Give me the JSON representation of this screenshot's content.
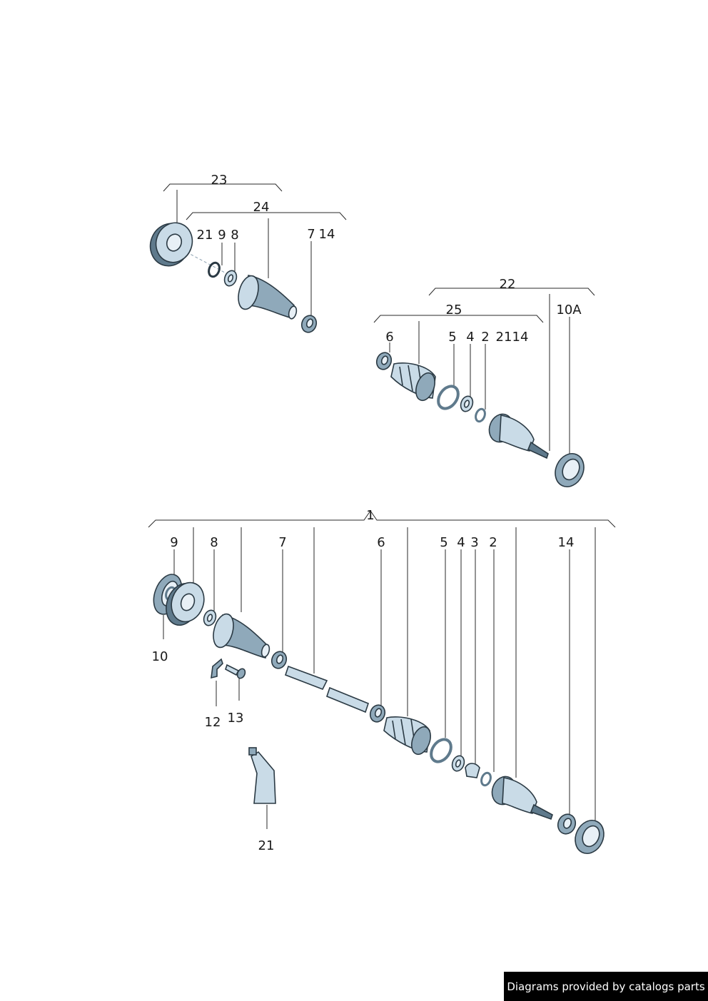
{
  "callouts": {
    "g23": "23",
    "g24": "24",
    "a21": "21",
    "a9": "9",
    "a8": "8",
    "a7": "7",
    "a14": "14",
    "g22": "22",
    "g25": "25",
    "b10a": "10A",
    "b6": "6",
    "b5": "5",
    "b4": "4",
    "b2": "2",
    "b21": "21",
    "b14": "14",
    "g1": "1",
    "c9": "9",
    "c8": "8",
    "c7": "7",
    "c6": "6",
    "c5": "5",
    "c4": "4",
    "c3": "3",
    "c2": "2",
    "c14": "14",
    "c10": "10",
    "c12": "12",
    "c13": "13",
    "c21": "21"
  },
  "footer": {
    "text": "Diagrams provided by catalogs parts"
  },
  "colors": {
    "part_light": "#c9dbe7",
    "part_mid": "#8fa9ba",
    "part_dark": "#5f7a8c",
    "outline": "#2b3a44"
  }
}
